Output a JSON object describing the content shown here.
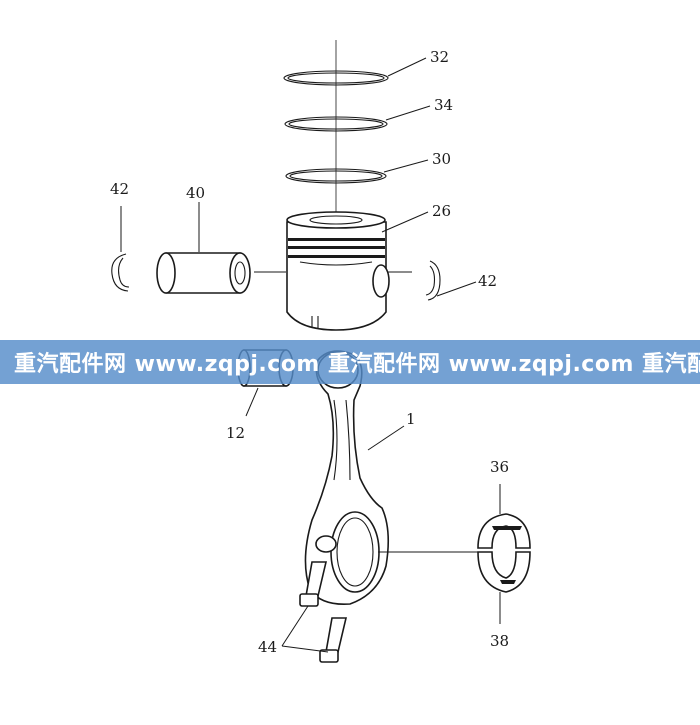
{
  "callouts": {
    "c32": "32",
    "c34": "34",
    "c30": "30",
    "c26": "26",
    "c40": "40",
    "c42_left": "42",
    "c42_right": "42",
    "c12": "12",
    "c1": "1",
    "c36": "36",
    "c38": "38",
    "c44": "44"
  },
  "watermark": {
    "text": "重汽配件网  www.zqpj.com  重汽配件网  www.zqpj.com  重汽配件网",
    "color": "#568CC9"
  },
  "colors": {
    "line": "#1a1a1a",
    "background": "#ffffff"
  }
}
